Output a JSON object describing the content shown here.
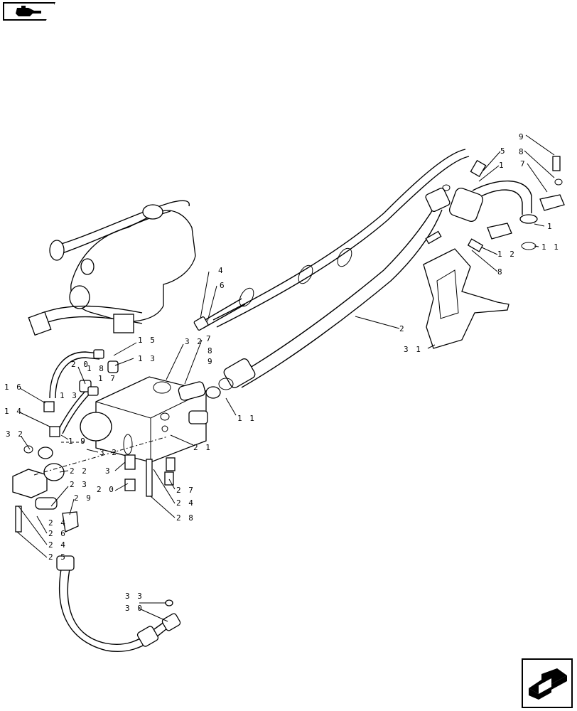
{
  "nav": {
    "back_icon": "hand-pointing-back-icon",
    "next_icon": "arrow-forward-icon"
  },
  "callouts": [
    {
      "id": "c9-top",
      "text": "9"
    },
    {
      "id": "c8-top",
      "text": "8"
    },
    {
      "id": "c7-top",
      "text": "7"
    },
    {
      "id": "c5",
      "text": "5"
    },
    {
      "id": "c1-top",
      "text": "1"
    },
    {
      "id": "c1-right",
      "text": "1"
    },
    {
      "id": "c11-right",
      "text": "1 1"
    },
    {
      "id": "c12",
      "text": "1 2"
    },
    {
      "id": "c8-mid",
      "text": "8"
    },
    {
      "id": "c4",
      "text": "4"
    },
    {
      "id": "c6",
      "text": "6"
    },
    {
      "id": "c2",
      "text": "2"
    },
    {
      "id": "c31",
      "text": "3 1"
    },
    {
      "id": "c15",
      "text": "1 5"
    },
    {
      "id": "c13-a",
      "text": "1 3"
    },
    {
      "id": "c32-a",
      "text": "3 2"
    },
    {
      "id": "c7-mid",
      "text": "7"
    },
    {
      "id": "c8-b",
      "text": "8"
    },
    {
      "id": "c9-b",
      "text": "9"
    },
    {
      "id": "c16",
      "text": "1 6"
    },
    {
      "id": "c20-a",
      "text": "2 0"
    },
    {
      "id": "c18",
      "text": "1 8"
    },
    {
      "id": "c17",
      "text": "1 7"
    },
    {
      "id": "c13-b",
      "text": "1 3"
    },
    {
      "id": "c14",
      "text": "1 4"
    },
    {
      "id": "c11-mid",
      "text": "1 1"
    },
    {
      "id": "c32-b",
      "text": "3 2"
    },
    {
      "id": "c19",
      "text": "1 9"
    },
    {
      "id": "c21",
      "text": "2 1"
    },
    {
      "id": "c32-c",
      "text": "3 2"
    },
    {
      "id": "c22",
      "text": "2 2"
    },
    {
      "id": "c3",
      "text": "3"
    },
    {
      "id": "c23",
      "text": "2 3"
    },
    {
      "id": "c20-b",
      "text": "2 0"
    },
    {
      "id": "c27",
      "text": "2 7"
    },
    {
      "id": "c29",
      "text": "2 9"
    },
    {
      "id": "c24-a",
      "text": "2 4"
    },
    {
      "id": "c24-b",
      "text": "2 4"
    },
    {
      "id": "c28",
      "text": "2 8"
    },
    {
      "id": "c26",
      "text": "2 6"
    },
    {
      "id": "c24-c",
      "text": "2 4"
    },
    {
      "id": "c25",
      "text": "2 5"
    },
    {
      "id": "c33",
      "text": "3 3"
    },
    {
      "id": "c30",
      "text": "3 0"
    }
  ]
}
